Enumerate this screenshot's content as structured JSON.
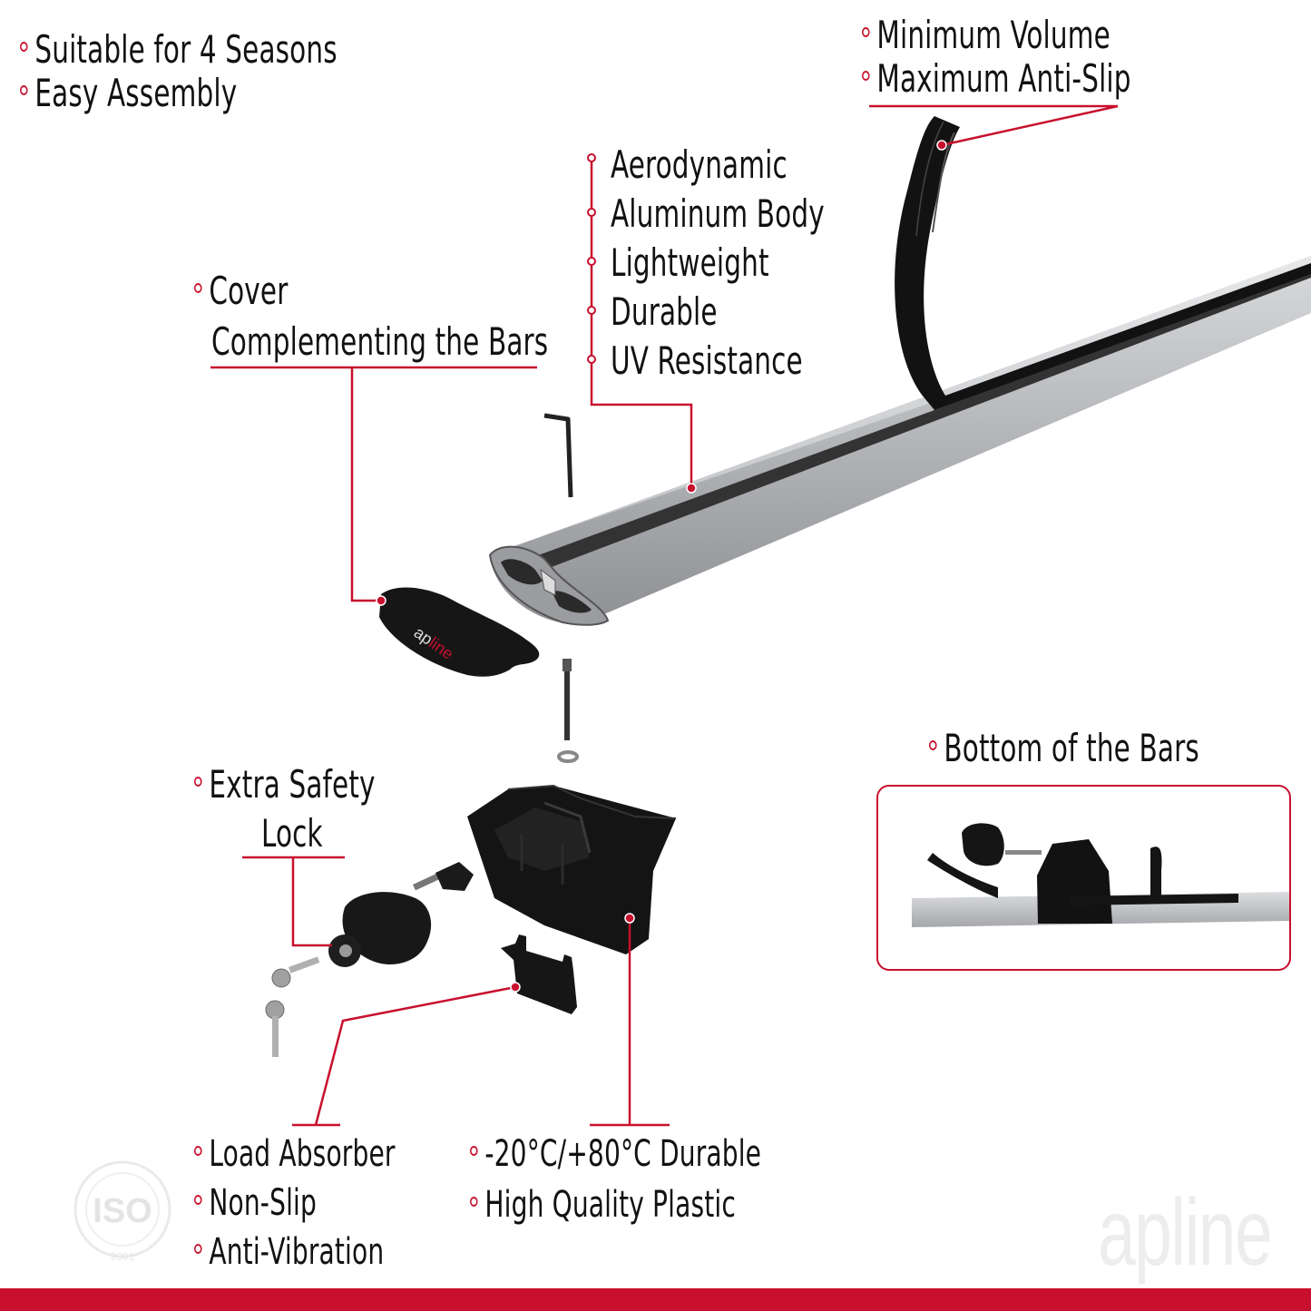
{
  "features_top_left": [
    "Suitable for 4 Seasons",
    "Easy Assembly"
  ],
  "features_rubber": [
    "Minimum Volume",
    "Maximum Anti-Slip"
  ],
  "features_bar": [
    "Aerodynamic",
    "Aluminum Body",
    "Lightweight",
    "Durable",
    "UV Resistance"
  ],
  "cover": {
    "line1": "Cover",
    "line2": "Complementing the Bars"
  },
  "lock": {
    "line1": "Extra Safety",
    "line2": "Lock"
  },
  "bottom_title": "Bottom of the Bars",
  "features_absorber": [
    "Load Absorber",
    "Non-Slip",
    "Anti-Vibration"
  ],
  "features_plastic": [
    "-20°C/+80°C Durable",
    "High Quality Plastic"
  ],
  "cover_logo": {
    "a": "ap",
    "b": "line"
  },
  "brand_watermark": "apline",
  "iso": {
    "label": "ISO",
    "number": "9001"
  },
  "colors": {
    "accent": "#c8102e",
    "bar": "#b9bbbe",
    "rubber": "#111111",
    "plastic": "#141414"
  }
}
